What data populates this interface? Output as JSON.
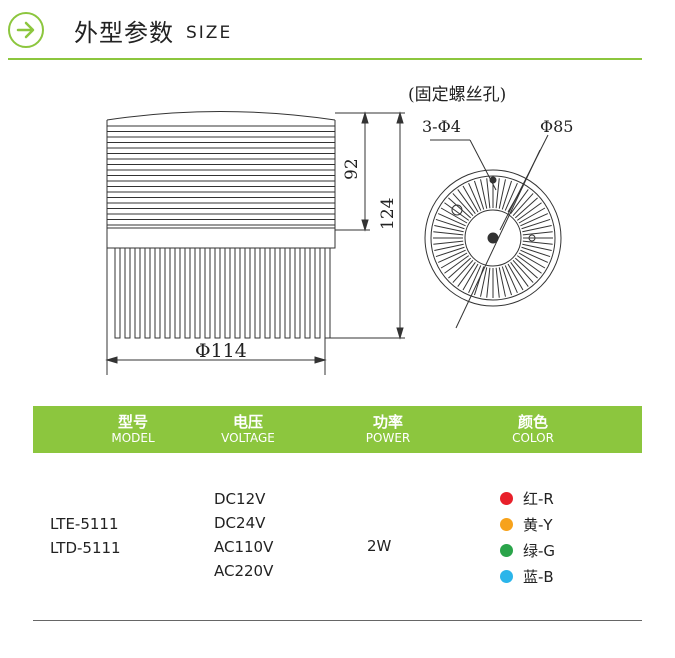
{
  "header": {
    "title": "外型参数",
    "subtitle": "SIZE",
    "accent_color": "#8cc63e"
  },
  "drawing": {
    "note_top": "(固定螺丝孔)",
    "hole_spec": "3-Φ4",
    "outer_diameter": "Φ85",
    "height_inner": "92",
    "height_total": "124",
    "base_diameter": "Φ114"
  },
  "table": {
    "columns": [
      {
        "cn": "型号",
        "en": "MODEL"
      },
      {
        "cn": "电压",
        "en": "VOLTAGE"
      },
      {
        "cn": "功率",
        "en": "POWER"
      },
      {
        "cn": "颜色",
        "en": "COLOR"
      }
    ],
    "models": [
      "LTE-5111",
      "LTD-5111"
    ],
    "voltages": [
      "DC12V",
      "DC24V",
      "AC110V",
      "AC220V"
    ],
    "power": "2W",
    "colors": [
      {
        "label": "红-R",
        "hex": "#e8202a"
      },
      {
        "label": "黄-Y",
        "hex": "#f7a21b"
      },
      {
        "label": "绿-G",
        "hex": "#2aa44a"
      },
      {
        "label": "蓝-B",
        "hex": "#2bb5ea"
      }
    ]
  }
}
